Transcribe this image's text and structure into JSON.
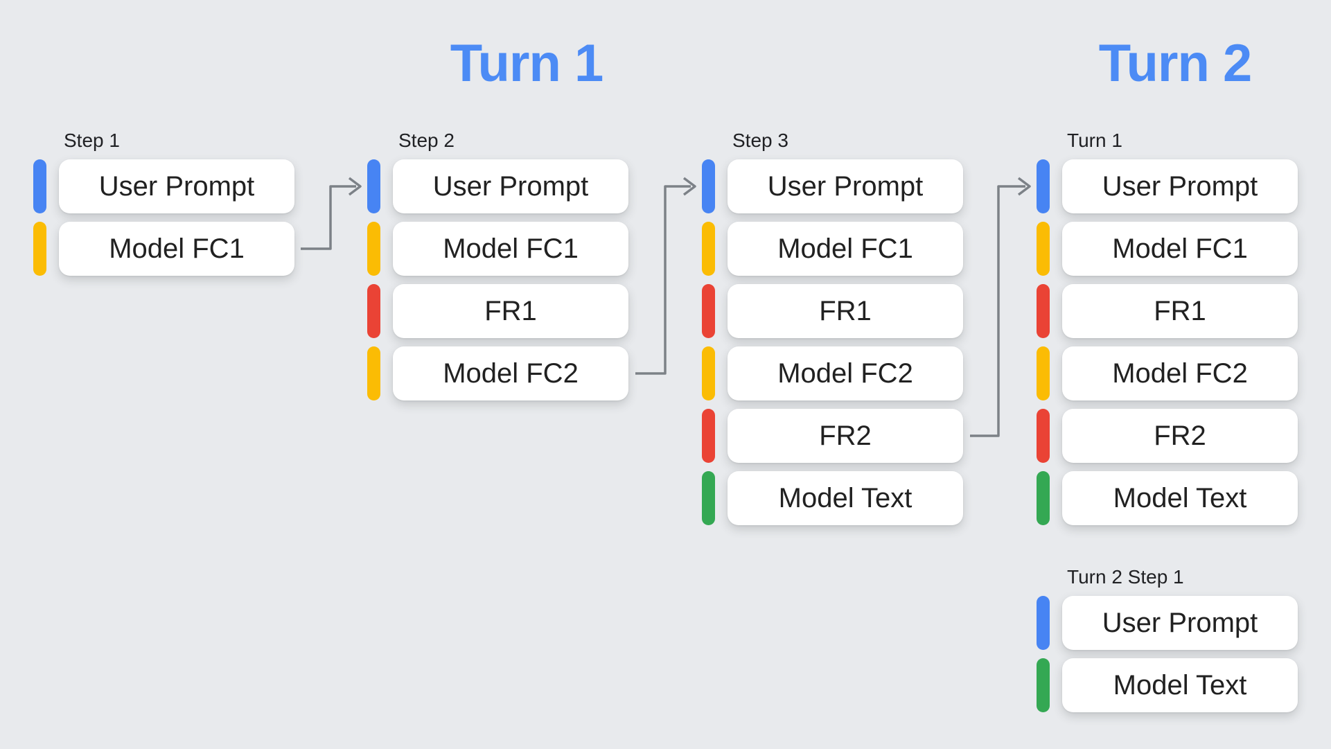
{
  "diagram": {
    "turn_titles": {
      "turn1": "Turn 1",
      "turn2": "Turn 2"
    },
    "columns": [
      {
        "label": "Step 1",
        "rows": [
          {
            "text": "User Prompt",
            "role": "user-prompt",
            "color": "#4784F3"
          },
          {
            "text": "Model FC1",
            "role": "model-function-call",
            "color": "#FBBC04"
          }
        ]
      },
      {
        "label": "Step 2",
        "rows": [
          {
            "text": "User Prompt",
            "role": "user-prompt",
            "color": "#4784F3"
          },
          {
            "text": "Model FC1",
            "role": "model-function-call",
            "color": "#FBBC04"
          },
          {
            "text": "FR1",
            "role": "function-response",
            "color": "#EA4335"
          },
          {
            "text": "Model FC2",
            "role": "model-function-call",
            "color": "#FBBC04"
          }
        ]
      },
      {
        "label": "Step 3",
        "rows": [
          {
            "text": "User Prompt",
            "role": "user-prompt",
            "color": "#4784F3"
          },
          {
            "text": "Model FC1",
            "role": "model-function-call",
            "color": "#FBBC04"
          },
          {
            "text": "FR1",
            "role": "function-response",
            "color": "#EA4335"
          },
          {
            "text": "Model FC2",
            "role": "model-function-call",
            "color": "#FBBC04"
          },
          {
            "text": "FR2",
            "role": "function-response",
            "color": "#EA4335"
          },
          {
            "text": "Model Text",
            "role": "model-text",
            "color": "#34A853"
          }
        ]
      },
      {
        "label": "Turn 1",
        "rows": [
          {
            "text": "User Prompt",
            "role": "user-prompt",
            "color": "#4784F3"
          },
          {
            "text": "Model FC1",
            "role": "model-function-call",
            "color": "#FBBC04"
          },
          {
            "text": "FR1",
            "role": "function-response",
            "color": "#EA4335"
          },
          {
            "text": "Model FC2",
            "role": "model-function-call",
            "color": "#FBBC04"
          },
          {
            "text": "FR2",
            "role": "function-response",
            "color": "#EA4335"
          },
          {
            "text": "Model Text",
            "role": "model-text",
            "color": "#34A853"
          }
        ]
      },
      {
        "label": "Turn 2 Step 1",
        "rows": [
          {
            "text": "User Prompt",
            "role": "user-prompt",
            "color": "#4784F3"
          },
          {
            "text": "Model Text",
            "role": "model-text",
            "color": "#34A853"
          }
        ]
      }
    ],
    "connectors": [
      {
        "from": "Step 1 / Model FC1",
        "to": "Step 2 / User Prompt"
      },
      {
        "from": "Step 2 / Model FC2",
        "to": "Step 3 / User Prompt"
      },
      {
        "from": "Step 3 / FR2",
        "to": "Turn 1 / User Prompt"
      }
    ],
    "colors": {
      "background": "#E8EAED",
      "box_fill": "#FFFFFF",
      "box_text": "#212121",
      "label_text": "#202124",
      "title_blue": "#4C8BF5",
      "connector_gray": "#7C8187",
      "user_prompt_blue": "#4784F3",
      "model_fc_yellow": "#FBBC04",
      "function_response_red": "#EA4335",
      "model_text_green": "#34A853"
    }
  }
}
